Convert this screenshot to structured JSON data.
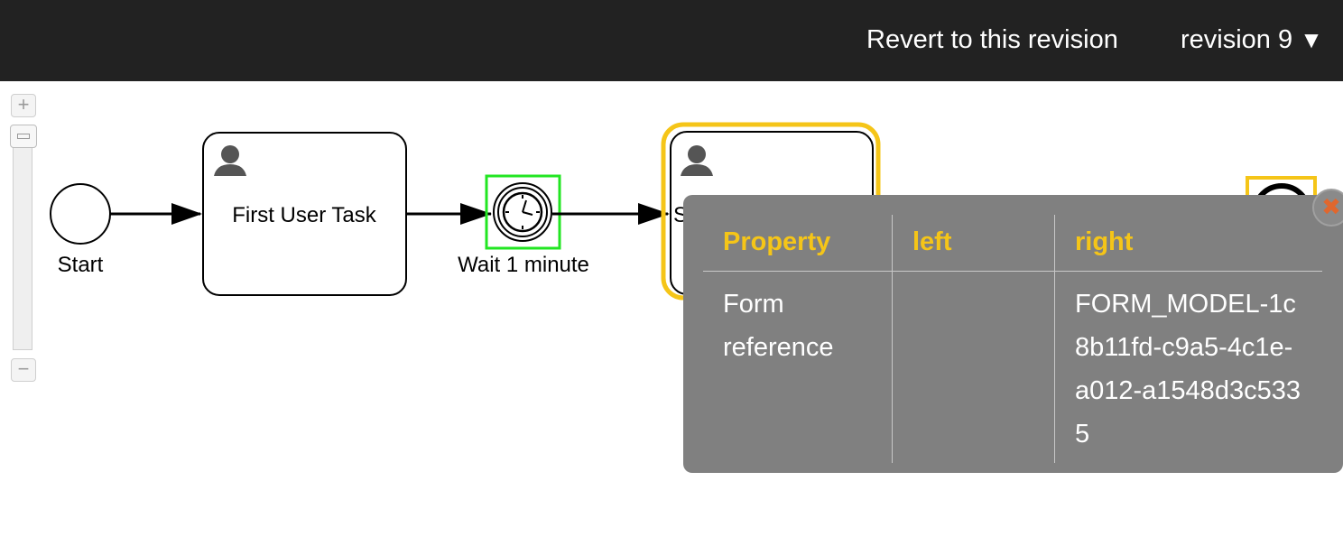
{
  "header": {
    "revert_label": "Revert to this revision",
    "revision_label": "revision 9",
    "revision_caret": "▼"
  },
  "zoom": {
    "in_label": "+",
    "out_label": "−"
  },
  "diagram": {
    "start_label": "Start",
    "task1_label": "First User Task",
    "timer_label": "Wait 1 minute",
    "task2_label_partial": "S",
    "colors": {
      "highlight_added": "#22e622",
      "highlight_changed": "#f5c518",
      "stroke": "#000000"
    }
  },
  "popup": {
    "headers": [
      "Property",
      "left",
      "right"
    ],
    "rows": [
      {
        "property": "Form reference",
        "left": "",
        "right": "FORM_MODEL-1c8b11fd-c9a5-4c1e-a012-a1548d3c5335"
      }
    ],
    "close_icon": "close-icon",
    "header_color": "#f5c518"
  }
}
